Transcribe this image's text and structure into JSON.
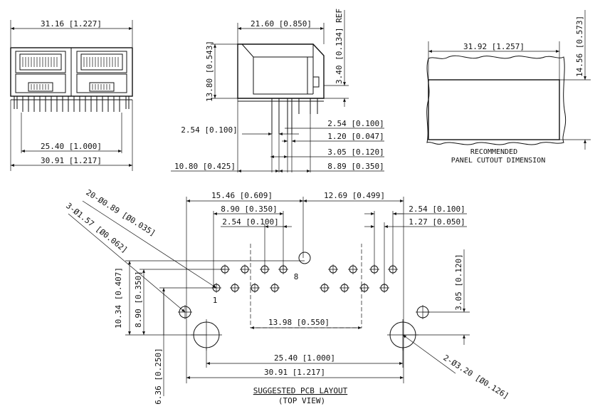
{
  "front_view": {
    "dim_top": "31.16 [1.227]",
    "dim_pins": "25.40 [1.000]",
    "dim_bottom": "30.91 [1.217]"
  },
  "side_view": {
    "dim_top": "21.60 [0.850]",
    "dim_height": "13.80 [0.543]",
    "dim_ref": "3.40 [0.134] REF",
    "dim_left_254": "2.54 [0.100]",
    "dim_254": "2.54 [0.100]",
    "dim_120": "1.20 [0.047]",
    "dim_305": "3.05 [0.120]",
    "dim_1080": "10.80 [0.425]",
    "dim_889": "8.89 [0.350]"
  },
  "panel_cutout": {
    "dim_width": "31.92 [1.257]",
    "dim_height": "14.56 [0.573]",
    "caption_line1": "RECOMMENDED",
    "caption_line2": "PANEL CUTOUT DIMENSION"
  },
  "pcb_layout": {
    "dim_1546": "15.46 [0.609]",
    "dim_1269": "12.69 [0.499]",
    "dim_890_top": "8.90 [0.350]",
    "dim_254_top": "2.54 [0.100]",
    "dim_254_right": "2.54 [0.100]",
    "dim_127": "1.27 [0.050]",
    "dim_1398": "13.98 [0.550]",
    "dim_2540": "25.40 [1.000]",
    "dim_3091": "30.91 [1.217]",
    "dim_1034": "10.34 [0.407]",
    "dim_890_left": "8.90 [0.350]",
    "dim_636": "6.36 [0.250]",
    "dim_305_right": "3.05 [0.120]",
    "callout_20holes": "20-Ø0.89 [Ø0.035]",
    "callout_3holes": "3-Ø1.57 [Ø0.062]",
    "callout_2holes": "2-Ø3.20 [Ø0.126]",
    "pin_1": "1",
    "pin_8": "8",
    "caption_line1": "SUGGESTED PCB LAYOUT",
    "caption_line2": "(TOP VIEW)"
  }
}
